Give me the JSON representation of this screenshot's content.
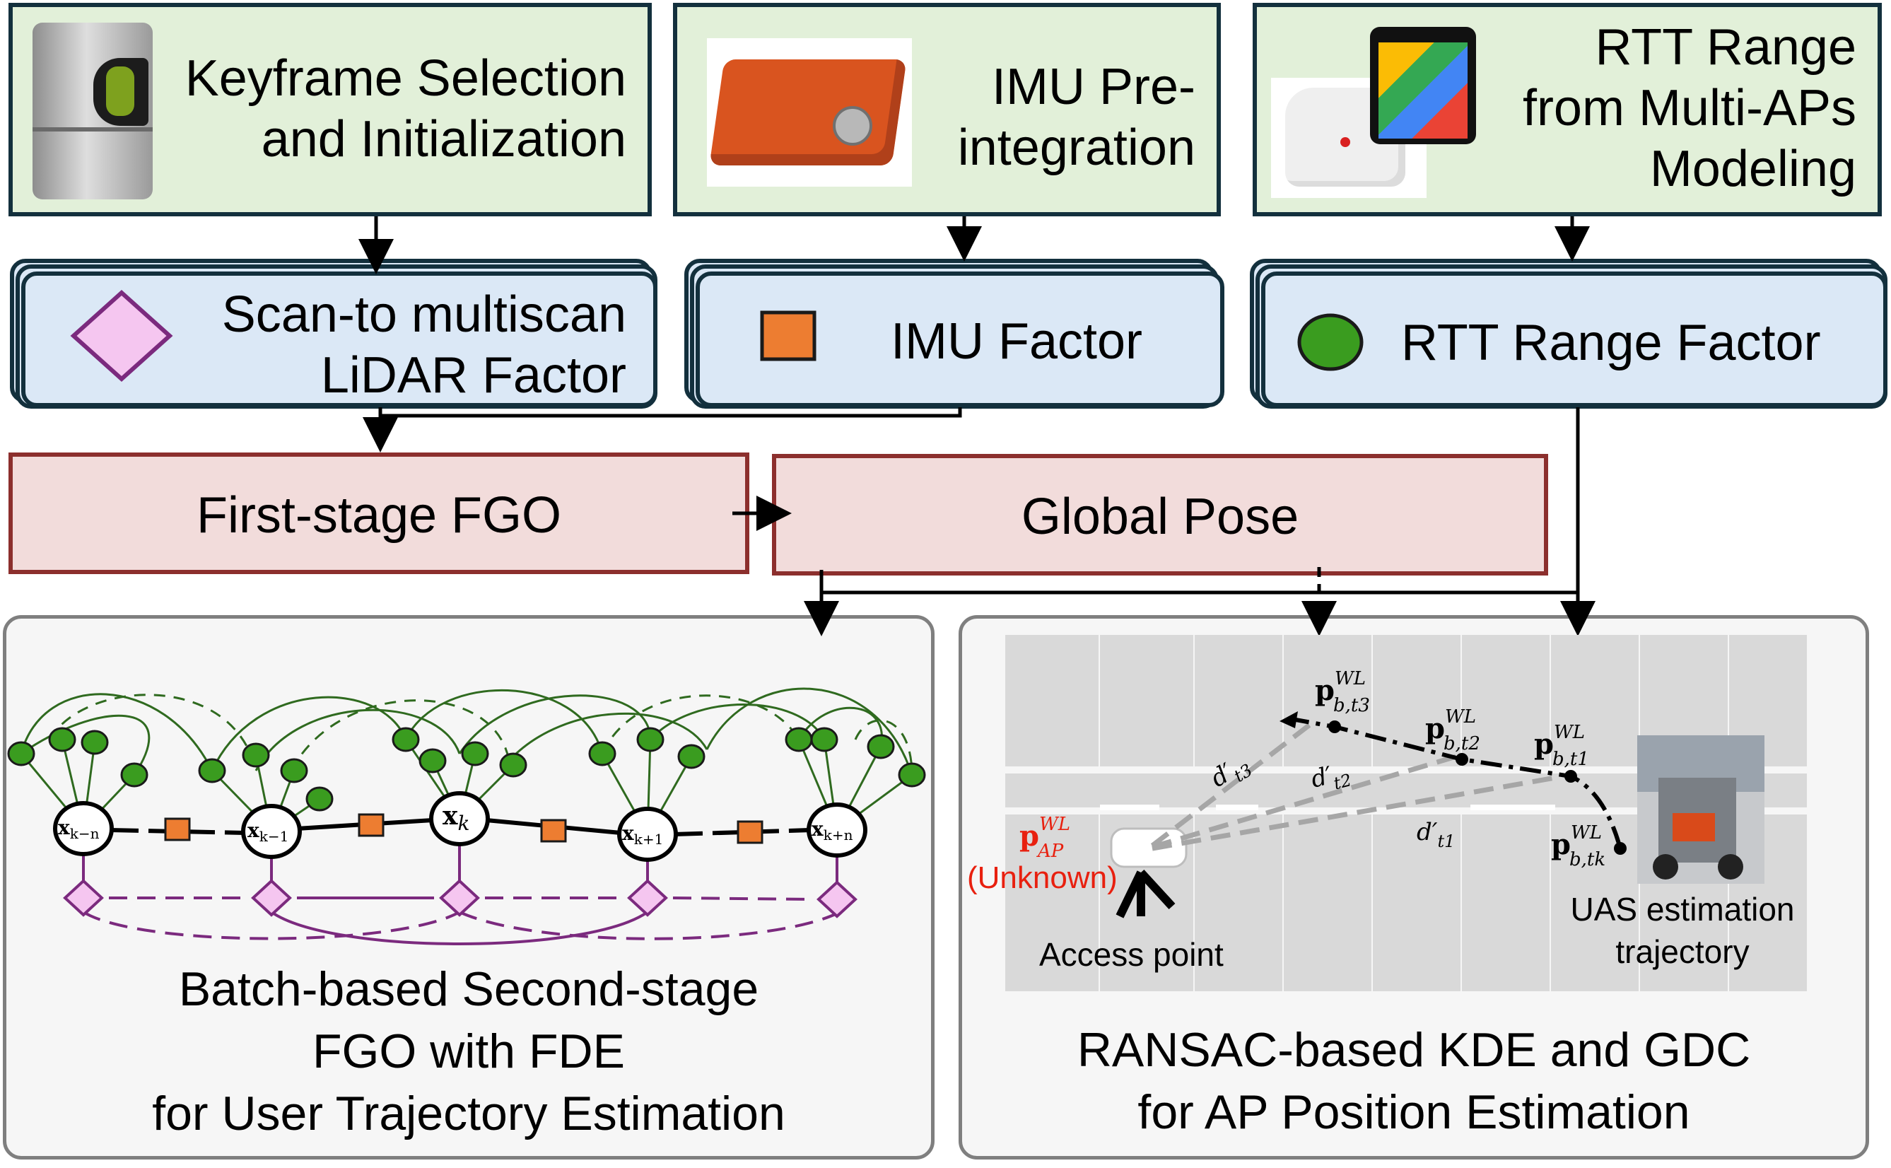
{
  "top_row": {
    "keyframe": {
      "line1": "Keyframe Selection",
      "line2": "and Initialization"
    },
    "imu": {
      "line1": "IMU Pre-",
      "line2": "integration"
    },
    "rtt": {
      "line1": "RTT Range",
      "line2": "from Multi-APs",
      "line3": "Modeling"
    }
  },
  "factors": {
    "lidar": {
      "line1": "Scan-to multiscan",
      "line2": "LiDAR Factor"
    },
    "imu": {
      "label": "IMU Factor"
    },
    "rtt": {
      "label": "RTT Range Factor"
    }
  },
  "stage": {
    "first": "First-stage FGO",
    "global": "Global Pose"
  },
  "left_panel": {
    "caption_line1": "Batch-based Second-stage",
    "caption_line2": "FGO with FDE",
    "caption_line3": "for User Trajectory Estimation",
    "nodes": [
      "x",
      "x",
      "x",
      "x",
      "x"
    ],
    "node_subs": [
      "k−n",
      "k−1",
      "k",
      "k+1",
      "k+n"
    ]
  },
  "right_panel": {
    "caption_line1": "RANSAC-based KDE and GDC",
    "caption_line2": "for AP Position Estimation",
    "ap_label": "p",
    "ap_sup": "WL",
    "ap_sub": "AP",
    "ap_unknown": "(Unknown)",
    "access_point": "Access point",
    "uas_line1": "UAS estimation",
    "uas_line2": "trajectory",
    "pose_labels": [
      {
        "base": "p",
        "sup": "WL",
        "sub": "b,t3"
      },
      {
        "base": "p",
        "sup": "WL",
        "sub": "b,t2"
      },
      {
        "base": "p",
        "sup": "WL",
        "sub": "b,t1"
      },
      {
        "base": "p",
        "sup": "WL",
        "sub": "b,tk"
      }
    ],
    "dist_labels": [
      {
        "base": "d′",
        "sub": "t3"
      },
      {
        "base": "d′",
        "sub": "t2"
      },
      {
        "base": "d′",
        "sub": "t1"
      }
    ]
  },
  "colors": {
    "green_fill": "#e2f0d9",
    "blue_fill": "#dbe8f6",
    "pink_fill": "#f2dcdb",
    "dark_border": "#13303d",
    "red_border": "#8c2f2d",
    "range_node": "#3a9c1f",
    "imu_node": "#ed7d31",
    "lidar_node": "#f5c6f0",
    "lidar_edge": "#7b2a7e",
    "unknown_red": "#e8200f"
  }
}
